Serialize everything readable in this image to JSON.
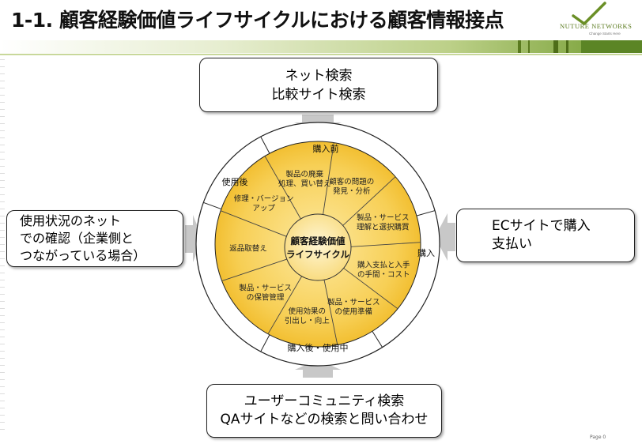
{
  "header": {
    "title": "1-1. 顧客経験価値ライフサイクルにおける顧客情報接点",
    "logo_text": "NUTURE NETWORKS",
    "logo_sub": "Change Starts Here"
  },
  "boxes": {
    "top": [
      "ネット検索",
      "比較サイト検索"
    ],
    "left": [
      "使用状況のネット",
      "での確認（企業側と",
      "つながっている場合）"
    ],
    "right": [
      "ECサイトで購入",
      "支払い"
    ],
    "bottom": [
      "ユーザーコミュニティ検索",
      "QAサイトなどの検索と問い合わせ"
    ]
  },
  "ring_labels": {
    "before": "購入前",
    "purchase": "購入",
    "after": "使用後",
    "after_use": "購入後・使用中"
  },
  "center": [
    "顧客経験価値",
    "ライフサイクル"
  ],
  "segments": [
    [
      "顧客の問題の",
      "発見・分析"
    ],
    [
      "製品・サービス",
      "理解と選択購買"
    ],
    [
      "購入支払と入手",
      "の手間・コスト"
    ],
    [
      "製品・サービス",
      "の使用準備"
    ],
    [
      "使用効果の",
      "引出し・向上"
    ],
    [
      "製品・サービス",
      "の保管管理"
    ],
    [
      "返品取替え"
    ],
    [
      "修理・バージョン",
      "アップ"
    ],
    [
      "製品の廃棄",
      "処理、買い替え"
    ]
  ],
  "footer": {
    "page": "Page 0"
  },
  "colors": {
    "accent": "#5a7a1e",
    "segment_fill": "#f5c83c",
    "center_fill": "#fbe9a8",
    "arrow": "#cccccc"
  }
}
